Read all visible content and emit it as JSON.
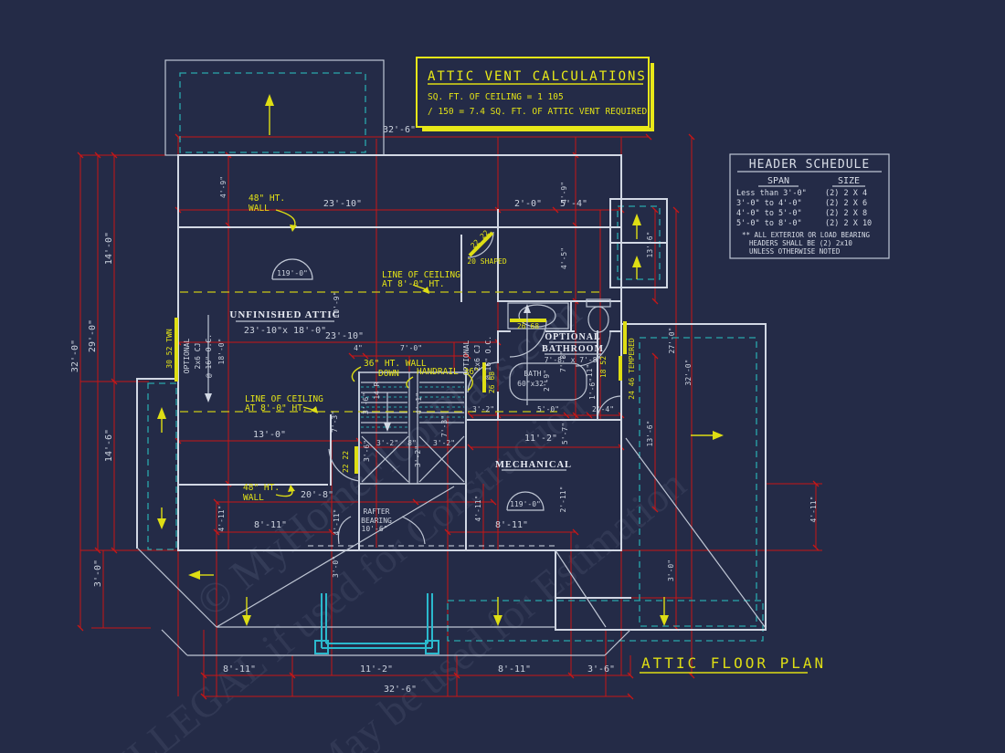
{
  "watermark": {
    "line1": "© MyHomeFloorPlans.com",
    "line2": "ILLEGAL if used for Construction",
    "line3": "May be used for Estimation"
  },
  "vent_calc": {
    "title": "ATTIC VENT CALCULATIONS",
    "line1": "SQ. FT. OF CEILING = 1 105",
    "line2": "/ 150 = 7.4 SQ. FT. OF ATTIC VENT REQUIRED"
  },
  "header_schedule": {
    "title": "HEADER SCHEDULE",
    "col_span": "SPAN",
    "col_size": "SIZE",
    "rows": [
      {
        "span": "Less than 3'-0\"",
        "size": "(2) 2 X 4"
      },
      {
        "span": "3'-0\" to 4'-0\"",
        "size": "(2) 2 X 6"
      },
      {
        "span": "4'-0\" to 5'-0\"",
        "size": "(2) 2 X 8"
      },
      {
        "span": "5'-0\" to 8'-0\"",
        "size": "(2) 2 X 10"
      }
    ],
    "note1": "** ALL EXTERIOR OR LOAD BEARING",
    "note2": "HEADERS SHALL BE (2) 2x10",
    "note3": "UNLESS OTHERWISE NOTED"
  },
  "plan_title": "ATTIC FLOOR PLAN",
  "rooms": {
    "attic_name": "UNFINISHED ATTIC",
    "attic_size": "23'-10\"x 18'-0\"",
    "bath_opt1": "OPTIONAL",
    "bath_opt2": "BATHROOM",
    "bath_opt_size": "7'-8\" x 7'-8\"",
    "mechanical": "MECHANICAL",
    "bath_fix1": "BATH",
    "bath_fix2": "60\"x32\"",
    "ceiling_ht": "119'-0\"",
    "joist1": "OPTIONAL",
    "joist2": "2x6 CJ",
    "joist3": "@ 16\" O.C."
  },
  "notes": {
    "wall48a": "48\" HT.",
    "wall48b": "WALL",
    "ceil1": "LINE OF CEILING",
    "ceil2": "AT 8'-0\" HT.",
    "wall36a": "36\" HT. WALL",
    "wall36b": "DOWN",
    "handrail": "HANDRAIL 36\"",
    "risers": "14 R",
    "rafter1": "RAFTER",
    "rafter2": "BEARING"
  },
  "openings": {
    "d2222": "22 22",
    "shaped": "20 SHAPED",
    "d2668": "26 68",
    "w3052": "30 52 TWN",
    "w2446": "24 46 TEMPERED",
    "w1852": "18 52"
  },
  "dims": {
    "d326": "32'-6\"",
    "d2310": "23'-10\"",
    "d20": "2'-0\"",
    "d54": "5'-4\"",
    "d49": "4'-9\"",
    "d45": "4'-5\"",
    "d109": "10'-9\"",
    "d180": "18'-0\"",
    "d140": "14'-0\"",
    "d146": "14'-6\"",
    "d290": "29'-0\"",
    "d320": "32'-0\"",
    "d30": "3'-0\"",
    "d130": "13'-0\"",
    "d73": "7'-3\"",
    "d36": "3'-6\"",
    "d41": "4'-1\"",
    "d32": "3'-2\"",
    "d8": "8\"",
    "d4": "4\"",
    "d70": "7'-0\"",
    "d112": "11'-2\"",
    "d57": "5'-7\"",
    "d50": "5'-0\"",
    "d24": "2'-4\"",
    "d211": "2'-11\"",
    "d411": "4'-11\"",
    "d811": "8'-11\"",
    "d208": "20'-8\"",
    "d136": "13'-6\"",
    "d270": "27'-0\"",
    "d29": "2'-9\"",
    "d78": "7'-8\"",
    "d11": "11\"",
    "d16": "1'-6\"",
    "d106": "10'-6\""
  },
  "colors": {
    "background": "#242b47",
    "wall": "#d2d8e4",
    "dimension": "#c81616",
    "annotation": "#dede14",
    "vent": "#29a8ad"
  }
}
